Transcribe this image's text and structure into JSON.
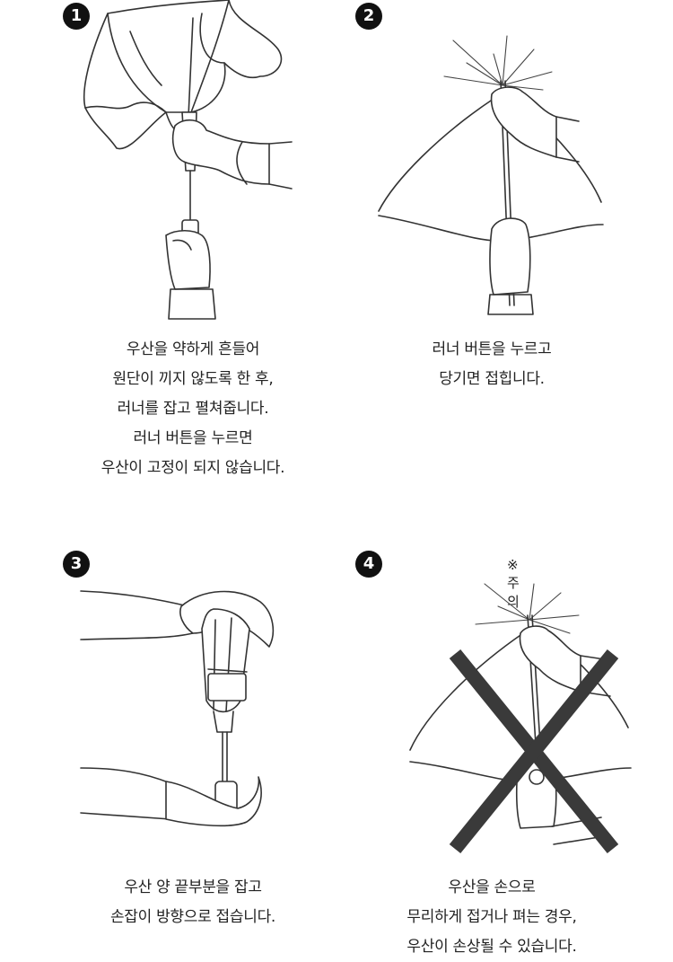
{
  "steps": [
    {
      "badge": "1",
      "icon": "umbrella-shake-icon",
      "caption": [
        "우산을 약하게 흔들어",
        "원단이 끼지 않도록 한 후,",
        "러너를 잡고 펼쳐줍니다.",
        "러너 버튼을 누르면",
        "우산이 고정이 되지 않습니다."
      ]
    },
    {
      "badge": "2",
      "icon": "umbrella-runner-pull-icon",
      "caption": [
        "러너 버튼을 누르고",
        "당기면 접힙니다."
      ]
    },
    {
      "badge": "3",
      "icon": "umbrella-fold-icon",
      "caption": [
        "우산 양 끝부분을 잡고",
        "손잡이 방향으로 접습니다."
      ]
    },
    {
      "badge": "4",
      "icon": "umbrella-forced-fold-warning-icon",
      "note": "※ 주의",
      "caption": [
        "우산을 손으로",
        "무리하게 접거나 펴는 경우,",
        "우산이 손상될 수 있습니다."
      ]
    }
  ],
  "colors": {
    "line": "#333333",
    "badge": "#111111",
    "text": "#222222",
    "cross": "#3a3a3a"
  }
}
